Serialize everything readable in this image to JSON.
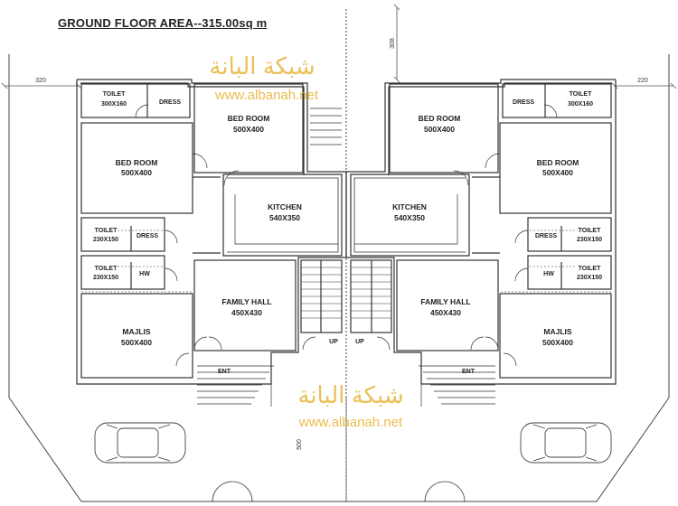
{
  "title": "GROUND FLOOR AREA--315.00sq m",
  "dimensions": {
    "left": "320",
    "right": "220",
    "top": "308",
    "bottom": "500"
  },
  "watermark": {
    "arabic": "شبكة البانة",
    "url": "www.albanah.net",
    "color": "#e8b63a"
  },
  "rooms": {
    "toilet_a": {
      "name": "TOILET",
      "size": "300X160"
    },
    "dress_a": {
      "name": "DRESS"
    },
    "bedroom_top": {
      "name": "BED ROOM",
      "size": "500X400"
    },
    "bedroom_side": {
      "name": "BED ROOM",
      "size": "500X400"
    },
    "kitchen": {
      "name": "KITCHEN",
      "size": "540X350"
    },
    "toilet_b": {
      "name": "TOILET",
      "size": "230X150"
    },
    "dress_b": {
      "name": "DRESS"
    },
    "toilet_c": {
      "name": "TOILET",
      "size": "230X150"
    },
    "hw": {
      "name": "HW"
    },
    "family_hall": {
      "name": "FAMILY HALL",
      "size": "450X430"
    },
    "majlis": {
      "name": "MAJLIS",
      "size": "500X400"
    },
    "ent": {
      "name": "ENT"
    },
    "up": {
      "name": "UP"
    }
  }
}
